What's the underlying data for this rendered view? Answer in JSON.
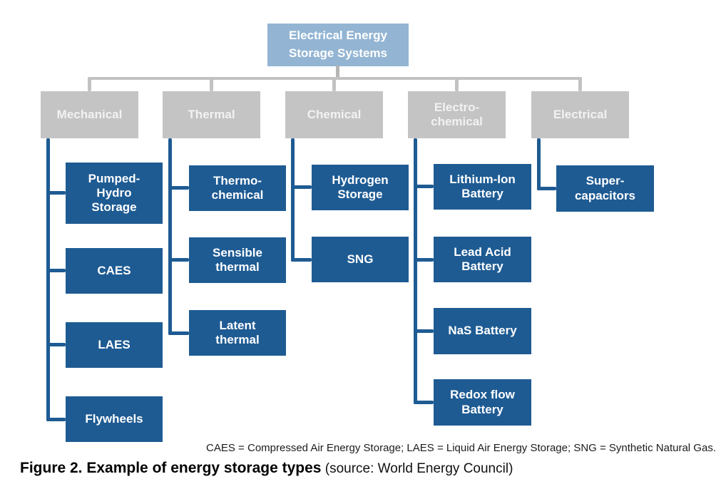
{
  "tree": {
    "root": {
      "label": "Electrical Energy\nStorage Systems"
    },
    "categories": [
      {
        "label": "Mechanical",
        "children": [
          {
            "label": "Pumped-\nHydro\nStorage"
          },
          {
            "label": "CAES"
          },
          {
            "label": "LAES"
          },
          {
            "label": "Flywheels"
          }
        ]
      },
      {
        "label": "Thermal",
        "children": [
          {
            "label": "Thermo-\nchemical"
          },
          {
            "label": "Sensible\nthermal"
          },
          {
            "label": "Latent\nthermal"
          }
        ]
      },
      {
        "label": "Chemical",
        "children": [
          {
            "label": "Hydrogen\nStorage"
          },
          {
            "label": "SNG"
          }
        ]
      },
      {
        "label": "Electro-\nchemical",
        "children": [
          {
            "label": "Lithium-Ion\nBattery"
          },
          {
            "label": "Lead Acid\nBattery"
          },
          {
            "label": "NaS Battery"
          },
          {
            "label": "Redox flow\nBattery"
          }
        ]
      },
      {
        "label": "Electrical",
        "children": [
          {
            "label": "Super-\ncapacitors"
          }
        ]
      }
    ]
  },
  "footnote": "CAES = Compressed Air Energy Storage; LAES = Liquid Air Energy Storage; SNG = Synthetic Natural Gas.",
  "caption": {
    "title": "Figure 2. Example of energy storage types",
    "source": " (source: World Energy Council)"
  },
  "colors": {
    "node_blue": "#1E5B93",
    "root_blue": "#93B5D3",
    "category_gray": "#C4C4C4",
    "connector_gray": "#C2C2C2",
    "category_text": "#F2F2F2",
    "node_text": "#FFFFFF"
  }
}
